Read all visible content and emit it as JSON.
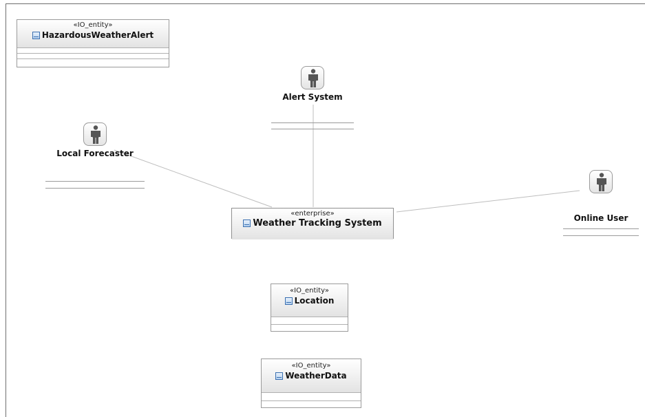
{
  "diagram": {
    "classes": {
      "hazardous": {
        "stereotype": "«IO_entity»",
        "name": "HazardousWeatherAlert"
      },
      "weather_tracking": {
        "stereotype": "«enterprise»",
        "name": "Weather Tracking System"
      },
      "location": {
        "stereotype": "«IO_entity»",
        "name": "Location"
      },
      "weather_data": {
        "stereotype": "«IO_entity»",
        "name": "WeatherData"
      }
    },
    "actors": {
      "alert_system": {
        "name": "Alert System"
      },
      "local_forecaster": {
        "name": "Local Forecaster"
      },
      "online_user": {
        "name": "Online User"
      }
    },
    "icons": {
      "class": "class-icon",
      "actor": "actor-icon"
    }
  }
}
